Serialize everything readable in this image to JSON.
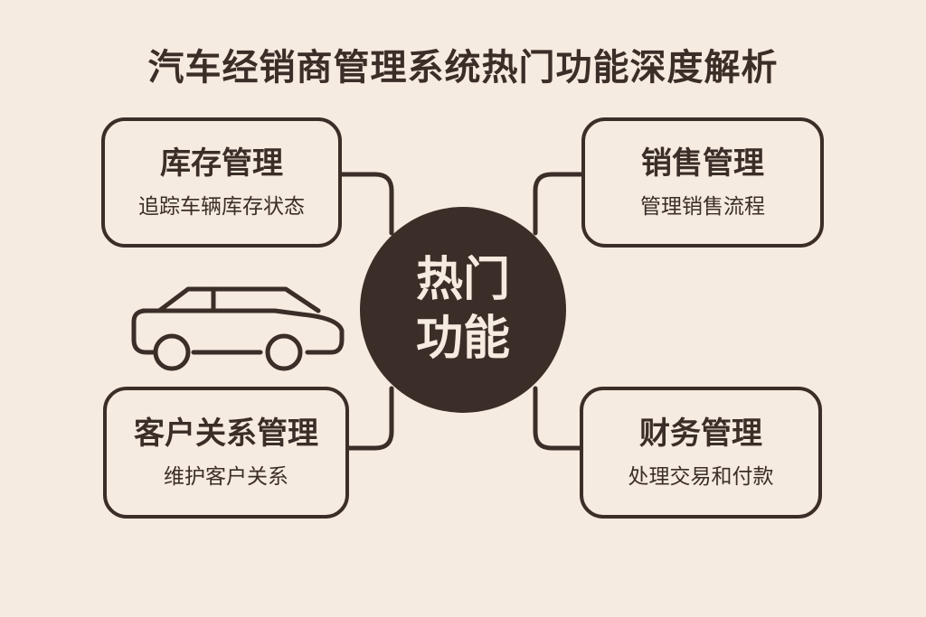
{
  "title": "汽车经销商管理系统热门功能深度解析",
  "hub": {
    "line1": "热门",
    "line2": "功能"
  },
  "features": [
    {
      "position": "top-left",
      "title": "库存管理",
      "description": "追踪车辆库存状态"
    },
    {
      "position": "top-right",
      "title": "销售管理",
      "description": "管理销售流程"
    },
    {
      "position": "bottom-left",
      "title": "客户关系管理",
      "description": "维护客户关系"
    },
    {
      "position": "bottom-right",
      "title": "财务管理",
      "description": "处理交易和付款"
    }
  ],
  "icons": {
    "car": "car-icon"
  },
  "colors": {
    "background": "#f5ebe0",
    "ink": "#3b2e28"
  }
}
